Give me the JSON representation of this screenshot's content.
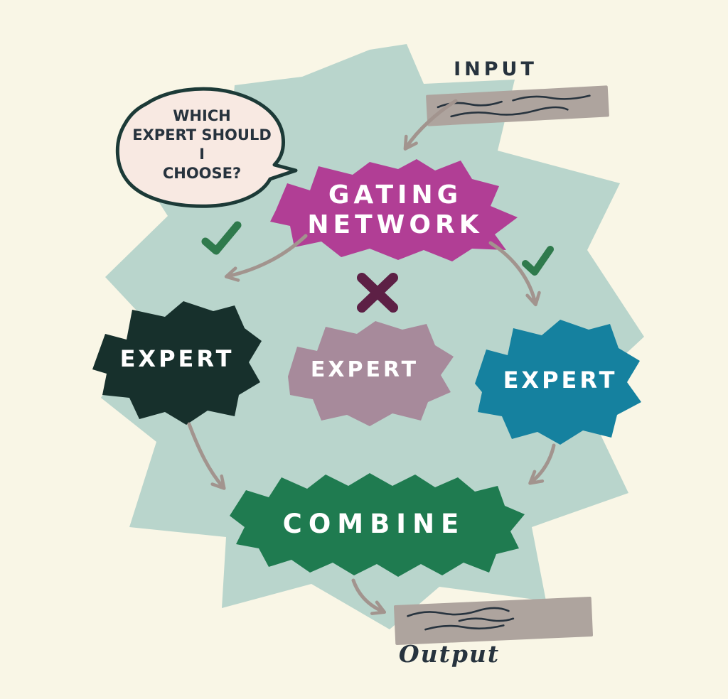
{
  "labels": {
    "input": "INPUT",
    "output": "Output",
    "gating_line1": "GATING",
    "gating_line2": "NETWORK",
    "expert_left": "EXPERT",
    "expert_middle": "EXPERT",
    "expert_right": "EXPERT",
    "combine": "COMBINE"
  },
  "speech_bubble": {
    "lines": [
      "WHICH",
      "EXPERT SHOULD",
      "I",
      "CHOOSE?"
    ]
  },
  "colors": {
    "page_background": "#f9f6e6",
    "canvas_blob": "#b9d5cc",
    "gating_network": "#b13e95",
    "expert_left": "#17302c",
    "expert_middle": "#a78a9b",
    "expert_right": "#15819f",
    "combine": "#1f7b50",
    "data_box": "#aea49e",
    "arrow": "#a2948e",
    "checkmark": "#2f7a4c",
    "x_mark": "#5d2045",
    "bubble_fill": "#f8e9e2",
    "bubble_outline": "#1c3a37",
    "ink": "#27333e",
    "label_text": "#ffffff"
  }
}
